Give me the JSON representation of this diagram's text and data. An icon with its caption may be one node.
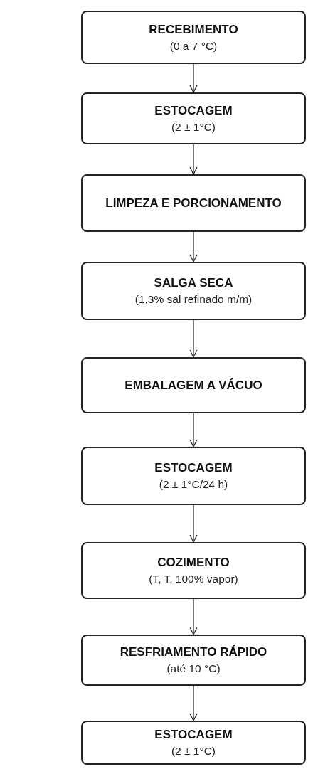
{
  "diagram": {
    "nodes": [
      {
        "text": [
          "RECEBIMENTO",
          "(0 a 7 °C)"
        ]
      },
      {
        "text": [
          "ESTOCAGEM",
          "(2 ± 1°C)"
        ]
      },
      {
        "text": [
          "LIMPEZA E PORCIONAMENTO"
        ]
      },
      {
        "text": [
          "SALGA SECA",
          "(1,3% sal refinado m/m)"
        ]
      },
      {
        "text": [
          "EMBALAGEM A VÁCUO"
        ]
      },
      {
        "text": [
          "ESTOCAGEM",
          "(2 ± 1°C/24 h)"
        ]
      },
      {
        "text": [
          "COZIMENTO",
          "(T, T, 100% vapor)"
        ]
      },
      {
        "text": [
          "RESFRIAMENTO RÁPIDO",
          "(até 10 °C)"
        ]
      },
      {
        "text": [
          "ESTOCAGEM",
          "(2 ± 1°C)"
        ]
      }
    ],
    "edges": [
      {
        "from": 0,
        "to": 1,
        "arrow": "to"
      },
      {
        "from": 1,
        "to": 2,
        "arrow": "to"
      },
      {
        "from": 2,
        "to": 3,
        "arrow": "to"
      },
      {
        "from": 3,
        "to": 4,
        "arrow": "to"
      },
      {
        "from": 4,
        "to": 5,
        "arrow": "to"
      },
      {
        "from": 5,
        "to": 6,
        "arrow": "to"
      },
      {
        "from": 6,
        "to": 7,
        "arrow": "to"
      },
      {
        "from": 7,
        "to": 8,
        "arrow": "to"
      }
    ]
  }
}
